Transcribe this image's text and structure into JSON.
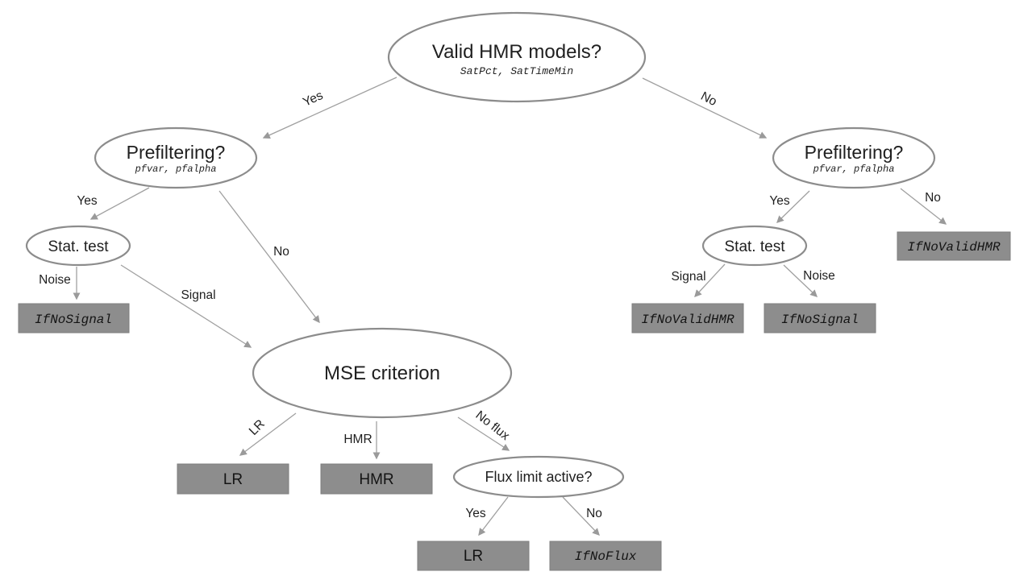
{
  "colors": {
    "background": "#ffffff",
    "ellipse_stroke": "#8c8c8c",
    "arrow": "#a0a0a0",
    "box_fill": "#8d8d8d",
    "box_stroke": "#7e7e7e",
    "text": "#1f1f1f"
  },
  "nodes": {
    "valid_hmr": {
      "label": "Valid HMR models?",
      "params": "SatPct, SatTimeMin"
    },
    "prefiltering_left": {
      "label": "Prefiltering?",
      "params": "pfvar, pfalpha"
    },
    "prefiltering_right": {
      "label": "Prefiltering?",
      "params": "pfvar, pfalpha"
    },
    "stat_test_left": {
      "label": "Stat. test"
    },
    "stat_test_right": {
      "label": "Stat. test"
    },
    "mse_criterion": {
      "label": "MSE criterion"
    },
    "flux_limit": {
      "label": "Flux limit active?"
    }
  },
  "boxes": {
    "if_no_signal_left": {
      "label": "IfNoSignal"
    },
    "lr_mse": {
      "label": "LR"
    },
    "hmr_mse": {
      "label": "HMR"
    },
    "lr_flux": {
      "label": "LR"
    },
    "if_no_flux": {
      "label": "IfNoFlux"
    },
    "if_no_valid_hmr_right": {
      "label": "IfNoValidHMR"
    },
    "if_no_valid_hmr_signal": {
      "label": "IfNoValidHMR"
    },
    "if_no_signal_right": {
      "label": "IfNoSignal"
    }
  },
  "edge_labels": {
    "yes_top": "Yes",
    "no_top": "No",
    "yes_left": "Yes",
    "no_left": "No",
    "noise_left": "Noise",
    "signal_left": "Signal",
    "lr_branch": "LR",
    "hmr_branch": "HMR",
    "no_flux_branch": "No flux",
    "yes_flux": "Yes",
    "no_flux_out": "No",
    "yes_right": "Yes",
    "no_right": "No",
    "signal_right": "Signal",
    "noise_right": "Noise"
  }
}
